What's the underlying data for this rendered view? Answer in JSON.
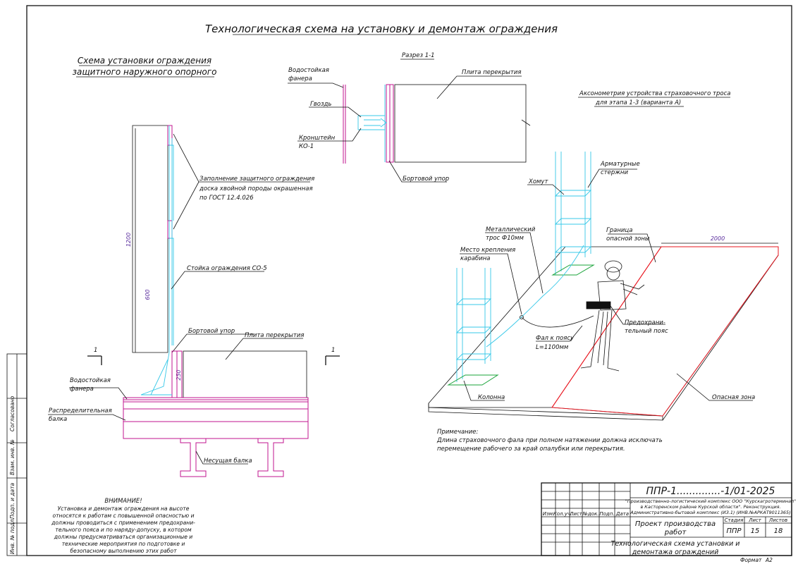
{
  "title": "Технологическая схема на установку и демонтаж ограждения",
  "left_scheme": {
    "title_line1": "Схема установки ограждения",
    "title_line2": "защитного наружного опорного",
    "fill_label_1": "Заполнение защитного ограждения",
    "fill_label_2": "доска хвойной породы окрашенная",
    "fill_label_3": "по ГОСТ 12.4.026",
    "post_label": "Стойка ограждения СО-5",
    "edge_stop": "Бортовой упор",
    "slab": "Плита перекрытия",
    "plywood_1": "Водостойкая",
    "plywood_2": "фанера",
    "dist_beam_1": "Распределительная",
    "dist_beam_2": "балка",
    "bearing_beam": "Несущая балка",
    "dim_1200": "1200",
    "dim_600": "600",
    "dim_250": "250",
    "cut_mark": "1"
  },
  "section": {
    "title": "Разрез 1-1",
    "plywood_1": "Водостойкая",
    "plywood_2": "фанера",
    "slab": "Плита перекрытия",
    "nail": "Гвоздь",
    "bracket_1": "Кронштейн",
    "bracket_2": "КО-1",
    "edge_stop": "Бортовой упор"
  },
  "axon": {
    "title_line1": "Аксонометрия устройства   страховочного троса",
    "title_line2": "для этапа 1-3 (варианта А)",
    "rebar_1": "Арматурные",
    "rebar_2": "стержни",
    "clamp": "Хомут",
    "rope_1": "Металлический",
    "rope_2": "трос Ф10мм",
    "anchor_1": "Место крепления",
    "anchor_2": "карабина",
    "border_1": "Граница",
    "border_2": "опасной зоны",
    "dim_2000": "2000",
    "belt_1": "Предохрани-",
    "belt_2": "тельный пояс",
    "lanyard_1": "Фал к поясу",
    "lanyard_2": "L=1100мм",
    "column": "Колонна",
    "danger_zone": "Опасная зона"
  },
  "note": {
    "heading": "Примечание:",
    "line1": "Длина страховочного фала при полном натяжении должна исключать",
    "line2": "перемещение рабочего за край опалубки или перекрытия."
  },
  "warning": {
    "heading": "ВНИМАНИЕ!",
    "lines": [
      "Установка и демонтаж ограждения на высоте",
      "относятся к работам с повышенной опасностью и",
      "должны проводиться с применением предохрани-",
      "тельного пояса и по наряду-допуску, в котором",
      "должны предусматриваться организационные и",
      "технические мероприятия по подготовке и",
      "безопасному выполнению этих работ"
    ]
  },
  "side_stamp": {
    "agreed": "Согласовано",
    "inv_repl": "Взам. инв. №",
    "sign_date": "Подп. и дата",
    "inv_orig": "Инв. № подл."
  },
  "title_block": {
    "code": "ППР-1..............-1/01-2025",
    "project_lines": [
      "\"Производственно-логистический комплекс ООО \"Курскагротерминал\"",
      "в Касторенском районе Курской области\". Реконструкция.",
      "Административно-бытовой комплекс (ИЗ.1) (ИНВ.№АРКАТ9011365)"
    ],
    "col_labels": [
      "Изм.",
      "Кол.уч.",
      "Лист",
      "№док.",
      "Подп.",
      "Дата"
    ],
    "doc_title_1": "Проект производства",
    "doc_title_2": "работ",
    "stage_h": "Стадия",
    "sheet_h": "Лист",
    "sheets_h": "Листов",
    "stage": "ППР",
    "sheet": "15",
    "sheets": "18",
    "drawing_title_1": "Технологическая схема установки и",
    "drawing_title_2": "демонтажа ограждений",
    "format_label": "Формат",
    "format": "А2"
  }
}
